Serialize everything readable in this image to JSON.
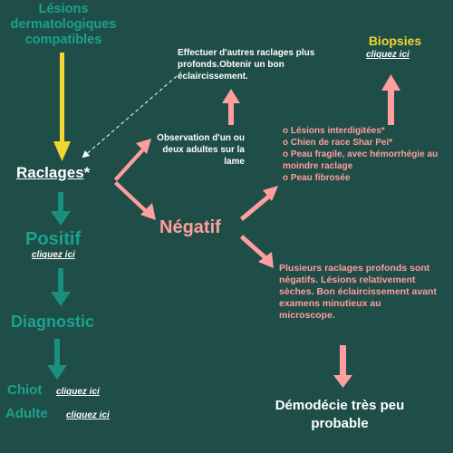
{
  "colors": {
    "background": "#1f4d47",
    "teal_text": "#1aa38c",
    "teal_arrow": "#1a8f7e",
    "pink": "#ff9e9e",
    "yellow": "#f2d633",
    "white": "#ffffff"
  },
  "lesions": "Lésions dermatologiques compatibles",
  "raclages": "Raclages",
  "raclages_star": "*",
  "positif": "Positif",
  "positif_link": "cliquez ici",
  "diagnostic": "Diagnostic",
  "chiot": "Chiot",
  "chiot_link": "cliquez ici",
  "adulte": "Adulte",
  "adulte_link": "cliquez ici",
  "negatif": "Négatif",
  "observation": "Observation d'un ou deux adultes sur la lame",
  "effectuer": "Effectuer d'autres raclages plus profonds.Obtenir un bon éclaircissement.",
  "biopsies": "Biopsies",
  "biopsies_link": "cliquez ici",
  "list_items": [
    "o Lésions interdigitées*",
    "o Chien de race Shar Pei*",
    "o Peau fragile, avec hémorrhégie au moindre raclage",
    "o Peau fibrosée"
  ],
  "plusieurs": "Plusieurs raclages profonds sont négatifs. Lésions relativement sèches. Bon éclaircissement avant examens minutieux au microscope.",
  "demodecie": "Démodécie très peu probable"
}
